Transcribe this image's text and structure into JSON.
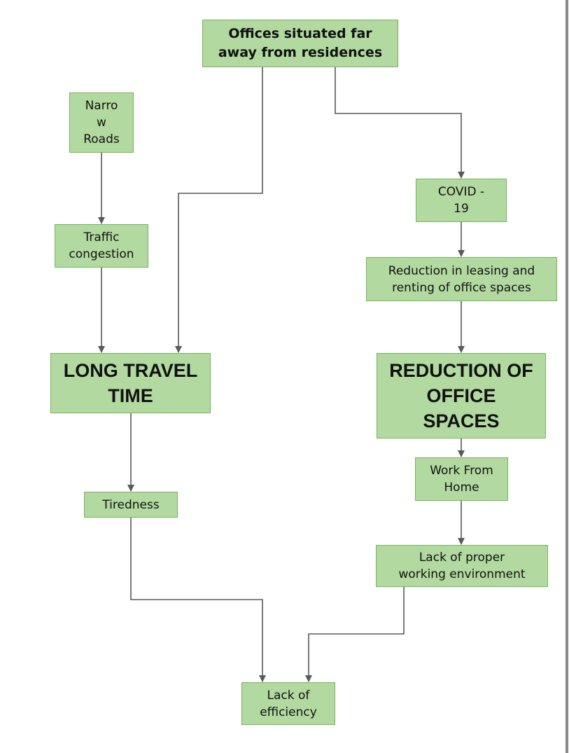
{
  "colors": {
    "node_fill": "#b2d9a0",
    "node_border": "#78b35e",
    "connector": "#595959",
    "text": "#111111"
  },
  "nodes": {
    "offices_far": "Offices situated far\naway from residences",
    "narrow_roads": "Narro\nw\nRoads",
    "traffic_congestion": "Traffic\ncongestion",
    "long_travel_time": "LONG TRAVEL\nTIME",
    "tiredness": "Tiredness",
    "covid": "COVID -\n19",
    "reduction_leasing": "Reduction in leasing and\nrenting of office spaces",
    "reduction_office_spaces": "REDUCTION OF\nOFFICE\nSPACES",
    "work_from_home": "Work From\nHome",
    "lack_environment": "Lack of proper\nworking environment",
    "lack_efficiency": "Lack of\nefficiency"
  },
  "edges": [
    {
      "from": "offices_far",
      "to": "long_travel_time"
    },
    {
      "from": "offices_far",
      "to": "covid"
    },
    {
      "from": "narrow_roads",
      "to": "traffic_congestion"
    },
    {
      "from": "traffic_congestion",
      "to": "long_travel_time"
    },
    {
      "from": "long_travel_time",
      "to": "tiredness"
    },
    {
      "from": "tiredness",
      "to": "lack_efficiency"
    },
    {
      "from": "covid",
      "to": "reduction_leasing"
    },
    {
      "from": "reduction_leasing",
      "to": "reduction_office_spaces"
    },
    {
      "from": "reduction_office_spaces",
      "to": "work_from_home"
    },
    {
      "from": "work_from_home",
      "to": "lack_environment"
    },
    {
      "from": "lack_environment",
      "to": "lack_efficiency"
    }
  ]
}
